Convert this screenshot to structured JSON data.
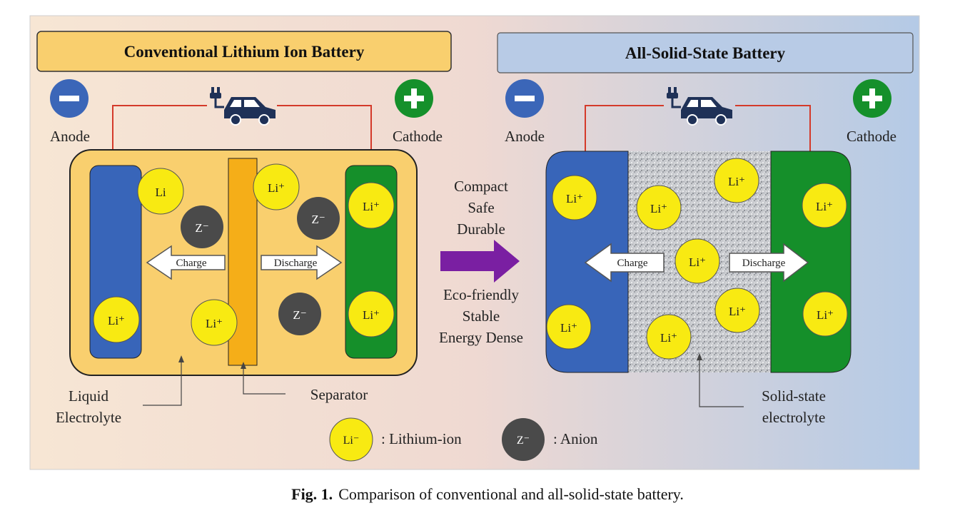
{
  "left_panel": {
    "title": "Conventional Lithium Ion Battery",
    "anode_label": "Anode",
    "cathode_label": "Cathode",
    "anode_sign": "−",
    "cathode_sign": "+",
    "ions": {
      "li_plain": "Li",
      "li_plus": "Li⁺",
      "anion": "Z⁻"
    },
    "charge_label": "Charge",
    "discharge_label": "Discharge",
    "electrolyte_label_line1": "Liquid",
    "electrolyte_label_line2": "Electrolyte",
    "separator_label": "Separator"
  },
  "middle": {
    "benefits_top": [
      "Compact",
      "Safe",
      "Durable"
    ],
    "benefits_bottom": [
      "Eco-friendly",
      "Stable",
      "Energy Dense"
    ]
  },
  "right_panel": {
    "title": "All-Solid-State Battery",
    "anode_label": "Anode",
    "cathode_label": "Cathode",
    "anode_sign": "−",
    "cathode_sign": "+",
    "li_plus": "Li⁺",
    "charge_label": "Charge",
    "discharge_label": "Discharge",
    "electrolyte_label_line1": "Solid-state",
    "electrolyte_label_line2": "electrolyte"
  },
  "legend": {
    "li_symbol": "Li⁻",
    "li_text": ": Lithium-ion",
    "anion_symbol": "Z⁻",
    "anion_text": ": Anion"
  },
  "caption": {
    "prefix": "Fig. 1.",
    "text": "Comparison of conventional and all-solid-state battery."
  },
  "colors": {
    "background_left": "#f6e2cf",
    "background_right": "#b9cde6",
    "left_title_fill": "#f9cf6e",
    "right_title_fill": "#b8cbe6",
    "cell_fill": "#f9cf6e",
    "anode_blue": "#3865b9",
    "cathode_green": "#158f2a",
    "separator_orange": "#f5ae18",
    "li_yellow": "#f8ea12",
    "anion_gray": "#4a4a4a",
    "arrow_purple": "#7a1fa2",
    "wire_red": "#d43a2a",
    "car_navy": "#1f3157"
  }
}
